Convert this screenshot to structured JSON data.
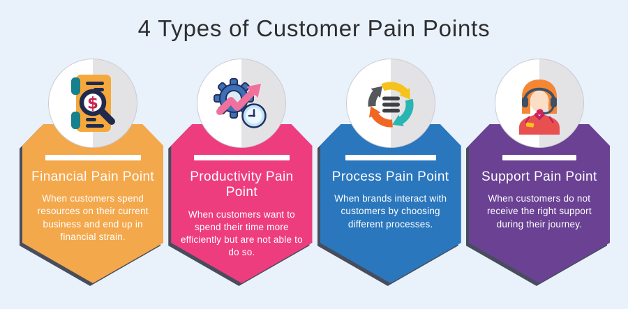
{
  "title": "4 Types of Customer Pain Points",
  "theme": {
    "background": "#E9F1FB",
    "title_color": "#2E2E30",
    "card_shadow": "#474D5C",
    "circle_left_half": "#FFFFFF",
    "circle_right_half": "#E3E3E6"
  },
  "icon_palette": {
    "document_yellow": "#F5A83B",
    "scroll_teal": "#16808D",
    "navy": "#1F2A4E",
    "dollar_red": "#C8234E",
    "gear_blue": "#3D70B8",
    "arrow_pink": "#F0719C",
    "clock_blue": "#BFE4F7",
    "cycle_yellow": "#F6C21C",
    "cycle_teal": "#29B5B1",
    "cycle_orange": "#F06724",
    "cycle_gray": "#55575A",
    "hair_orange": "#F58634",
    "skin": "#FBDEC4",
    "shirt_red": "#E8504F",
    "headset_slate": "#3D5166",
    "collar_crimson": "#C6215C"
  },
  "cards": [
    {
      "id": "financial",
      "color": "#F4A84C",
      "icon": "financial-document-magnifier-icon",
      "title": "Financial Pain Point",
      "description": "When customers spend resources on their current business and end up in financial strain."
    },
    {
      "id": "productivity",
      "color": "#EE3D7E",
      "icon": "productivity-gear-arrow-clock-icon",
      "title": "Productivity Pain Point",
      "description": "When customers want to spend their time more efficiently but are not able to do so."
    },
    {
      "id": "process",
      "color": "#2A77BE",
      "icon": "process-cycle-arrows-icon",
      "title": "Process Pain Point",
      "description": "When brands interact with customers by choosing different processes."
    },
    {
      "id": "support",
      "color": "#6A4193",
      "icon": "support-agent-headset-icon",
      "title": "Support Pain Point",
      "description": "When customers do not receive the right support during their journey."
    }
  ]
}
